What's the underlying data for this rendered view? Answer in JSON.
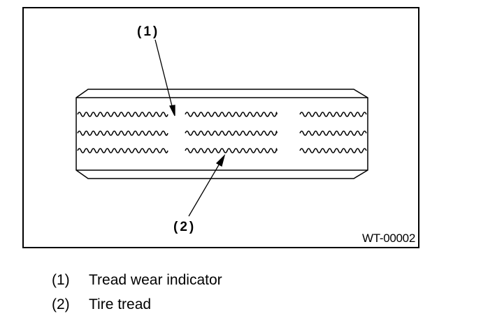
{
  "figure": {
    "id": "WT-00002",
    "callouts": [
      {
        "number": "(1)"
      },
      {
        "number": "(2)"
      }
    ]
  },
  "legend": [
    {
      "number": "(1)",
      "label": "Tread wear indicator"
    },
    {
      "number": "(2)",
      "label": "Tire tread"
    }
  ]
}
